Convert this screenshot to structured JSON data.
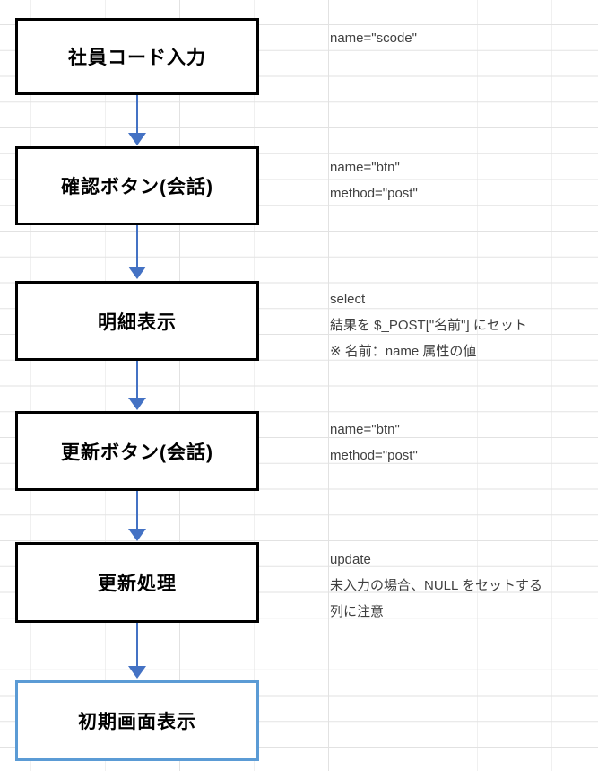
{
  "diagram": {
    "type": "flowchart",
    "direction": "top-to-bottom",
    "nodes": [
      {
        "id": "employee-code-input",
        "label": "社員コード入力",
        "selected": false,
        "annotations": [
          "name=\"scode\""
        ]
      },
      {
        "id": "confirm-button",
        "label": "確認ボタン(会話)",
        "selected": false,
        "annotations": [
          "name=\"btn\"",
          "method=\"post\""
        ]
      },
      {
        "id": "detail-display",
        "label": "明細表示",
        "selected": false,
        "annotations": [
          "select",
          "結果を $_POST[\"名前\"] にセット",
          "※ 名前：name 属性の値"
        ]
      },
      {
        "id": "update-button",
        "label": "更新ボタン(会話)",
        "selected": false,
        "annotations": [
          "name=\"btn\"",
          "method=\"post\""
        ]
      },
      {
        "id": "update-process",
        "label": "更新処理",
        "selected": false,
        "annotations": [
          "update",
          "未入力の場合、NULL をセットする",
          "列に注意"
        ]
      },
      {
        "id": "initial-screen-display",
        "label": "初期画面表示",
        "selected": true,
        "annotations": []
      }
    ],
    "connectors": [
      {
        "from": "employee-code-input",
        "to": "confirm-button"
      },
      {
        "from": "confirm-button",
        "to": "detail-display"
      },
      {
        "from": "detail-display",
        "to": "update-button"
      },
      {
        "from": "update-button",
        "to": "update-process"
      },
      {
        "from": "update-process",
        "to": "initial-screen-display"
      }
    ],
    "colors": {
      "box_border": "#000000",
      "selected_box_border": "#5B9BD5",
      "arrow": "#4472C4",
      "grid_line": "#E2E2E2",
      "annotation_text": "#3F3F3F",
      "background": "#FFFFFF"
    }
  }
}
